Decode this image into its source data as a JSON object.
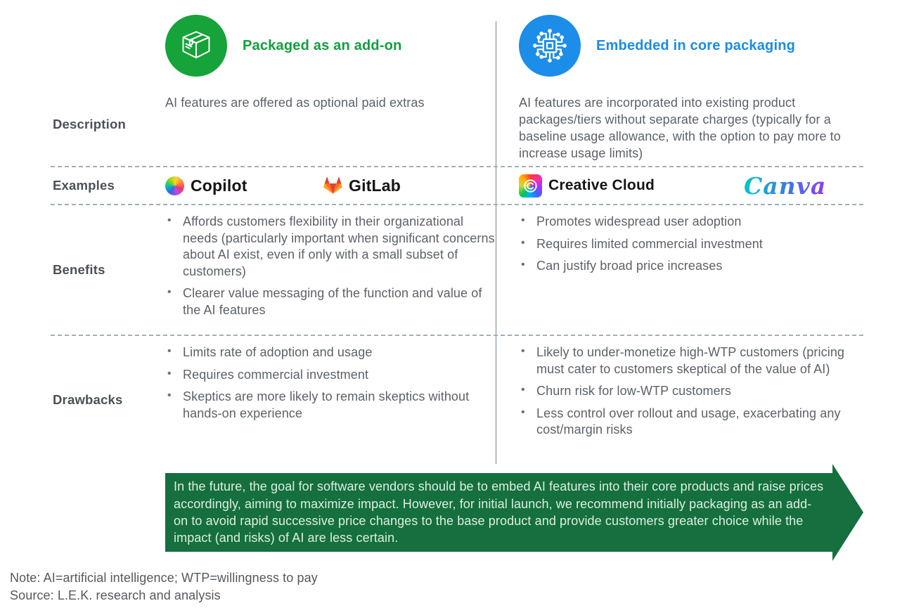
{
  "header": {
    "left": {
      "title": "Packaged as an add-on"
    },
    "right": {
      "title": "Embedded in core packaging"
    }
  },
  "rows": {
    "description": {
      "label": "Description",
      "left": "AI features are offered as optional paid extras",
      "right": "AI features are incorporated into existing product packages/tiers without separate charges (typically for a baseline usage allowance, with the option to pay more to increase usage limits)"
    },
    "examples": {
      "label": "Examples",
      "copilot_label": "Copilot",
      "gitlab_label": "GitLab",
      "creative_cloud_label": "Creative Cloud",
      "canva_label": "Canva"
    },
    "benefits": {
      "label": "Benefits",
      "left": [
        "Affords customers flexibility in their organizational needs (particularly important when significant concerns about AI exist, even if only with a small subset of customers)",
        "Clearer value messaging of the function and value of the AI features"
      ],
      "right": [
        "Promotes widespread user adoption",
        "Requires limited commercial investment",
        "Can justify broad price increases"
      ]
    },
    "drawbacks": {
      "label": "Drawbacks",
      "left": [
        "Limits rate of adoption and usage",
        "Requires commercial investment",
        "Skeptics are more likely to remain skeptics without hands-on experience"
      ],
      "right": [
        "Likely to under-monetize high-WTP customers (pricing must cater to customers skeptical of the value of AI)",
        "Churn risk for low-WTP customers",
        "Less control over rollout and usage, exacerbating any cost/margin risks"
      ]
    }
  },
  "callout": {
    "text": "In the future, the goal for software vendors should be to embed AI features into their core products and raise prices accordingly, aiming to maximize impact. However, for initial launch, we recommend initially packaging as an add-on to avoid rapid successive price changes to the base product and provide customers greater choice while the impact (and risks) of AI are less certain."
  },
  "footnotes": {
    "note": "Note: AI=artificial intelligence; WTP=willingness to pay",
    "source": "Source: L.E.K. research and analysis"
  },
  "colors": {
    "addon_green": "#16a33a",
    "embedded_blue": "#1c8de8",
    "callout_green": "#156f3e",
    "gitlab_red": "#e24329",
    "gitlab_orange": "#fc6d26",
    "gitlab_amber": "#fca326",
    "canva_teal": "#00c4cc",
    "canva_purple": "#8b3dff"
  }
}
